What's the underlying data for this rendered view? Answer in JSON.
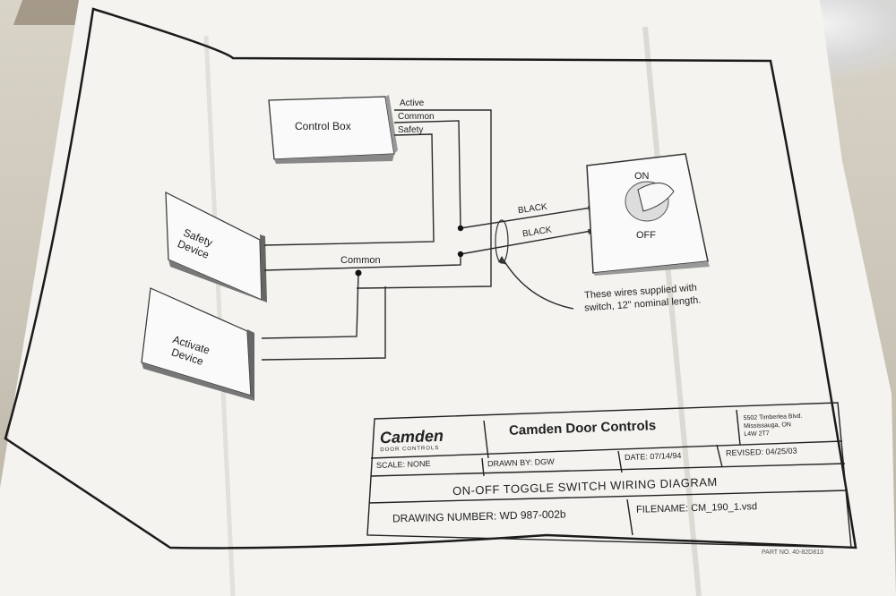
{
  "diagram": {
    "control_box": "Control Box",
    "terminals": [
      "Active",
      "Common",
      "Safety"
    ],
    "safety_device": [
      "Safety",
      "Device"
    ],
    "activate_device": [
      "Activate",
      "Device"
    ],
    "common_junction": "Common",
    "wire_labels": [
      "BLACK",
      "BLACK"
    ],
    "switch_on": "ON",
    "switch_off": "OFF",
    "note_line1": "These wires supplied with",
    "note_line2": "switch, 12\" nominal length."
  },
  "title_block": {
    "logo_name": "Camden",
    "logo_sub": "DOOR CONTROLS",
    "company": "Camden Door Controls",
    "address": [
      "5502 Timberlea Blvd.",
      "Mississauga, ON",
      "L4W 2T7"
    ],
    "scale": "SCALE: NONE",
    "drawn_by": "DRAWN BY: DGW",
    "date": "DATE: 07/14/94",
    "revised": "REVISED: 04/25/03",
    "title": "ON-OFF  TOGGLE SWITCH  WIRING  DIAGRAM",
    "drawing_number": "DRAWING NUMBER: WD 987-002b",
    "filename": "FILENAME:   CM_190_1.vsd",
    "part_no": "PART NO. 40-82D813"
  }
}
